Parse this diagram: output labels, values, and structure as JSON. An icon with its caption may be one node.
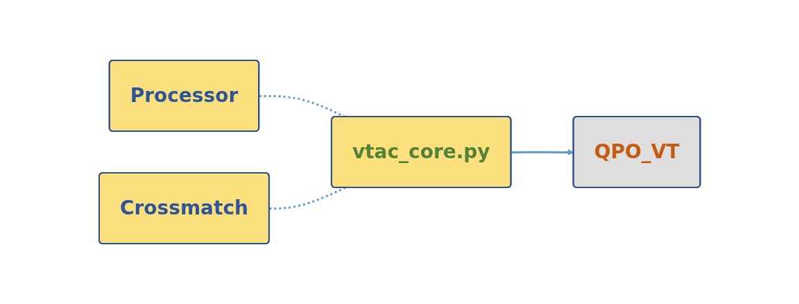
{
  "diagram": {
    "nodes": [
      {
        "text": [
          "Processor"
        ]
      },
      {
        "text": [
          "vtac_core.py"
        ]
      },
      {
        "text": [
          "Crossmatch"
        ]
      },
      {
        "text": [
          "QPO_VT"
        ]
      }
    ],
    "edges": [
      {
        "from": 0,
        "to": 1,
        "arrow": "none",
        "style": "dashed"
      },
      {
        "from": 2,
        "to": 1,
        "arrow": "none",
        "style": "dashed"
      },
      {
        "from": 1,
        "to": 3,
        "arrow": "to"
      }
    ]
  }
}
